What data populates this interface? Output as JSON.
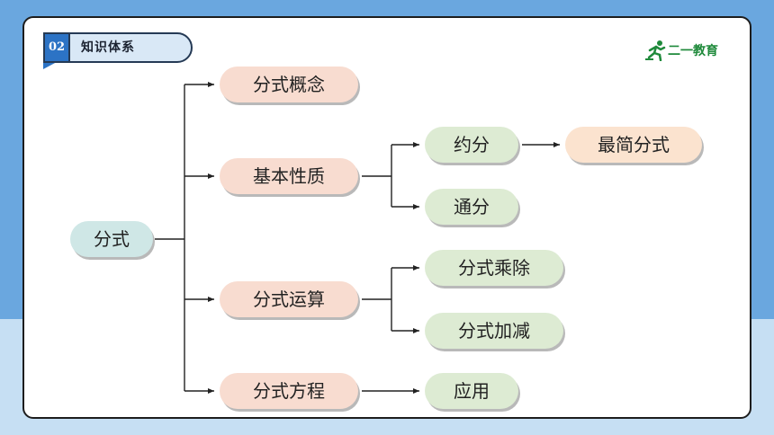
{
  "section": {
    "number": "02",
    "title": "知识体系"
  },
  "logo": {
    "text": "二一教育"
  },
  "nodes": {
    "root": "分式",
    "concept": "分式概念",
    "basic": "基本性质",
    "operation": "分式运算",
    "equation": "分式方程",
    "reduction": "约分",
    "common_denominator": "通分",
    "simplest": "最简分式",
    "mul_div": "分式乘除",
    "add_sub": "分式加减",
    "application": "应用"
  },
  "colors": {
    "background": "#6aa7df",
    "title_badge": "#2c73c5",
    "pink_node": "#f8dcd0",
    "green_node": "#ddebd3",
    "teal_node": "#cfe7e6",
    "peach_node": "#fbe3cf",
    "logo": "#1f8a3b"
  }
}
